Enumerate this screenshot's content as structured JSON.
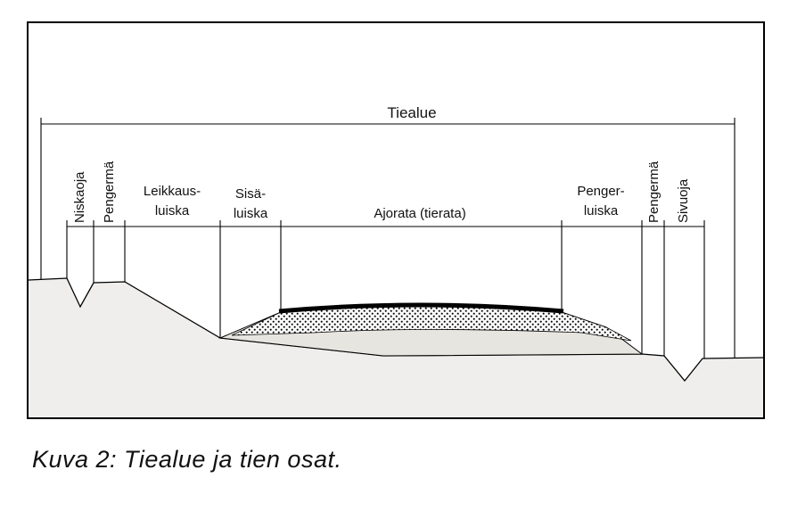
{
  "caption": "Kuva 2: Tiealue ja tien osat.",
  "diagram": {
    "tiealue": "Tiealue",
    "niskaoja": "Niskaoja",
    "pengerma_left": "Pengermä",
    "leikkaus_line1": "Leikkaus-",
    "leikkaus_line2": "luiska",
    "sisa_line1": "Sisä-",
    "sisa_line2": "luiska",
    "ajorata": "Ajorata (tierata)",
    "penger_line1": "Penger-",
    "penger_line2": "luiska",
    "pengerma_right": "Pengermä",
    "sivuoja": "Sivuoja",
    "colors": {
      "ground_fill": "#efeeec",
      "embankment_fill": "#e7e5e0",
      "line": "#000000"
    }
  }
}
